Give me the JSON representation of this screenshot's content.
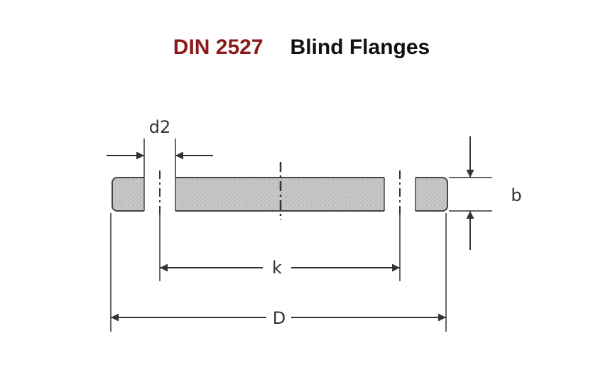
{
  "title": {
    "standard": "DIN 2527",
    "name": "Blind Flanges"
  },
  "dimensions": {
    "bolt_hole_diameter": "d2",
    "thickness": "b",
    "bolt_circle": "k",
    "outer_diameter": "D"
  },
  "colors": {
    "standard_text": "#8b1a1a",
    "title_text": "#111111",
    "section_fill": "#c4c4c4",
    "lines": "#333333"
  }
}
